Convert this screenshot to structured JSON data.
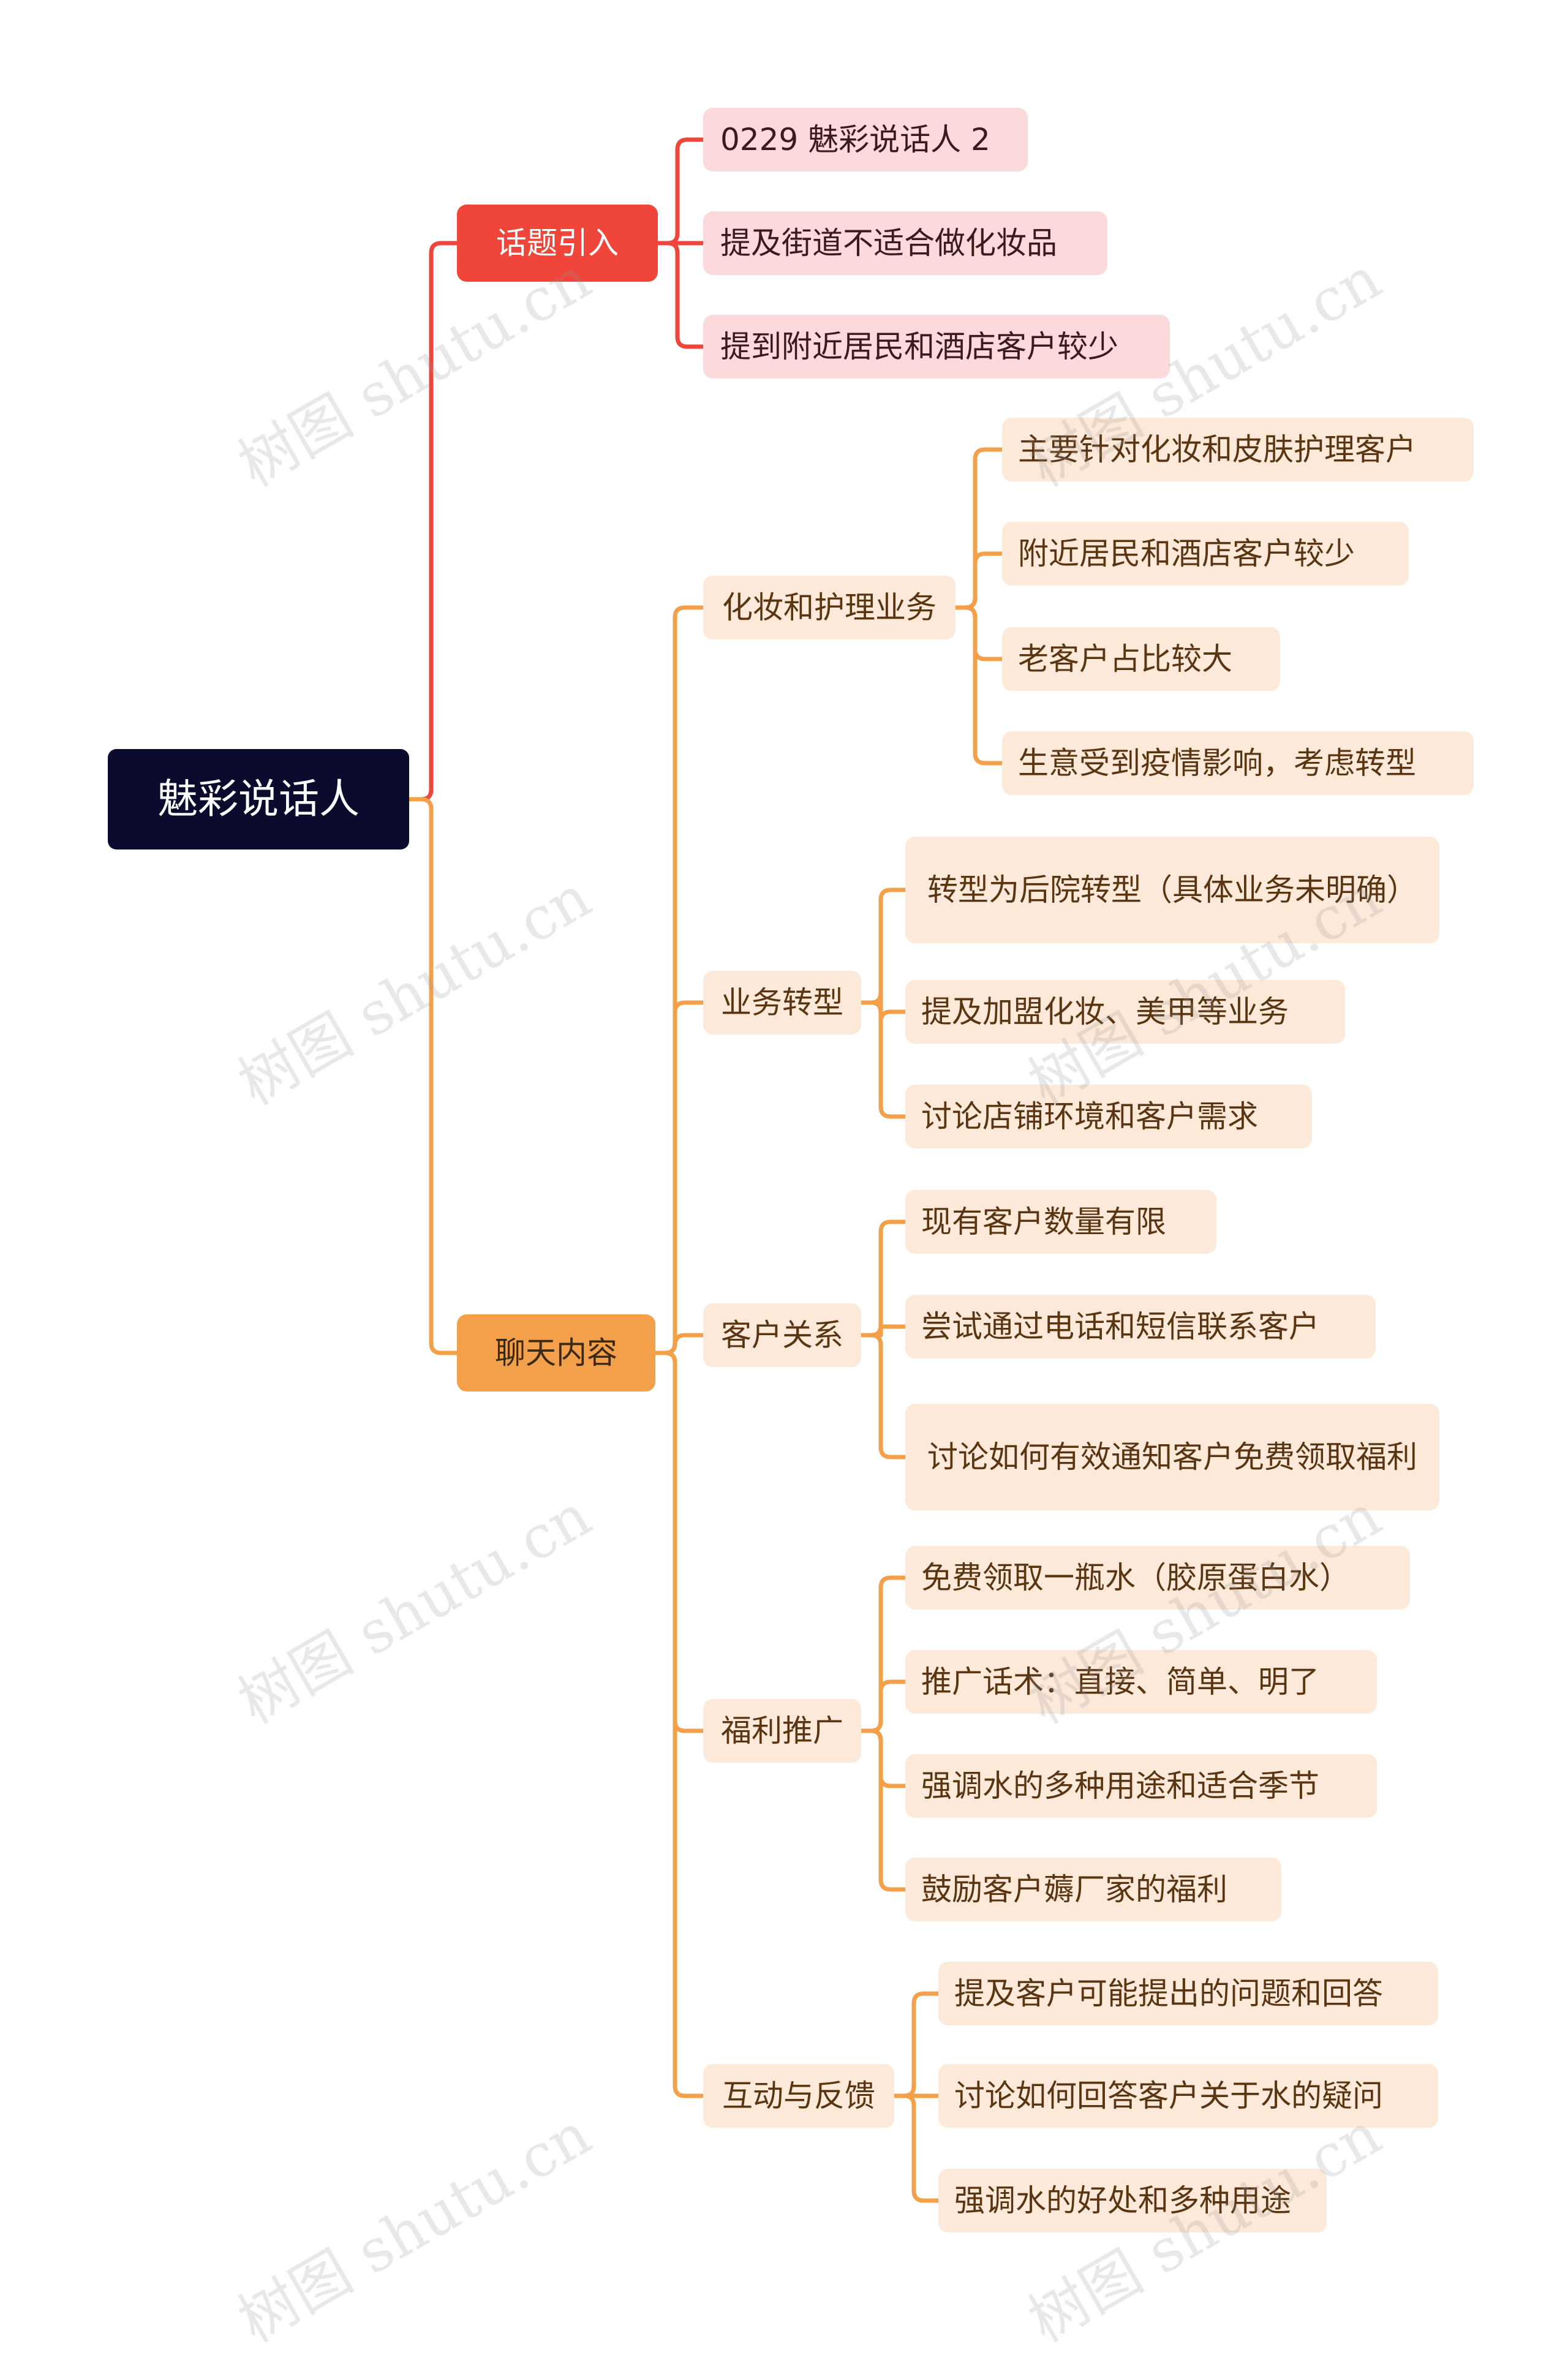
{
  "root": "魅彩说话人",
  "watermark": "树图 shutu.cn",
  "colors": {
    "root": "#0b0b2e",
    "red": "#f0453a",
    "orange": "#f4a04a",
    "leaf_red": "#fcd9da",
    "leaf_orange": "#fde9d9"
  },
  "topic_intro": {
    "label": "话题引入",
    "items": [
      "0229 魅彩说话人 2",
      "提及街道不适合做化妆品",
      "提到附近居民和酒店客户较少"
    ]
  },
  "chat": {
    "label": "聊天内容",
    "groups": [
      {
        "label": "化妆和护理业务",
        "items": [
          "主要针对化妆和皮肤护理客户",
          "附近居民和酒店客户较少",
          "老客户占比较大",
          "生意受到疫情影响，考虑转型"
        ]
      },
      {
        "label": "业务转型",
        "items": [
          "转型为后院转型（具体业务未明确）",
          "提及加盟化妆、美甲等业务",
          "讨论店铺环境和客户需求"
        ]
      },
      {
        "label": "客户关系",
        "items": [
          "现有客户数量有限",
          "尝试通过电话和短信联系客户",
          "讨论如何有效通知客户免费领取福利"
        ]
      },
      {
        "label": "福利推广",
        "items": [
          "免费领取一瓶水（胶原蛋白水）",
          "推广话术：直接、简单、明了",
          "强调水的多种用途和适合季节",
          "鼓励客户薅厂家的福利"
        ]
      },
      {
        "label": "互动与反馈",
        "items": [
          "提及客户可能提出的问题和回答",
          "讨论如何回答客户关于水的疑问",
          "强调水的好处和多种用途"
        ]
      }
    ]
  }
}
